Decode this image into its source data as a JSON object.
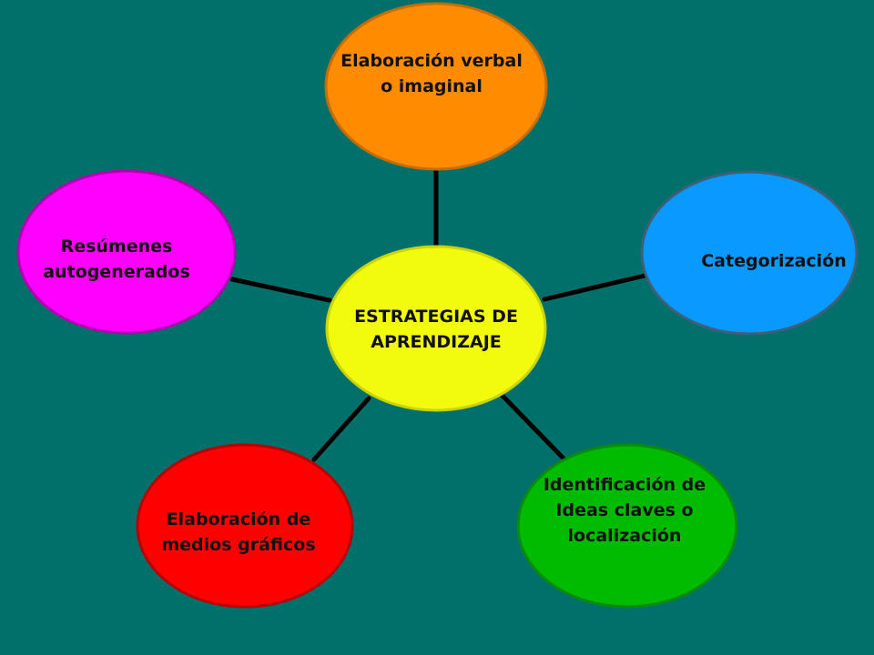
{
  "diagram": {
    "background": "#02706a",
    "center": {
      "lines": [
        "ESTRATEGIAS DE",
        "APRENDIZAJE"
      ],
      "fill": "#f2fb0e",
      "stroke": "#c9d40a"
    },
    "nodes": [
      {
        "id": "elaboracion-verbal",
        "lines": [
          "Elaboración verbal",
          "o imaginal"
        ],
        "fill": "#ff8c00",
        "stroke": "#c76d00"
      },
      {
        "id": "categorizacion",
        "lines": [
          "Categorización"
        ],
        "fill": "#0a99ff",
        "stroke": "#3e5f7a"
      },
      {
        "id": "identificacion-ideas",
        "lines": [
          "Identificación de",
          "Ideas claves o",
          "localización"
        ],
        "fill": "#00bb00",
        "stroke": "#0b8a0b"
      },
      {
        "id": "elaboracion-medios",
        "lines": [
          "Elaboración de",
          "medios gráficos"
        ],
        "fill": "#ff0000",
        "stroke": "#b80000"
      },
      {
        "id": "resumenes",
        "lines": [
          "Resúmenes",
          "autogenerados"
        ],
        "fill": "#ff00ff",
        "stroke": "#b300b3"
      }
    ]
  }
}
